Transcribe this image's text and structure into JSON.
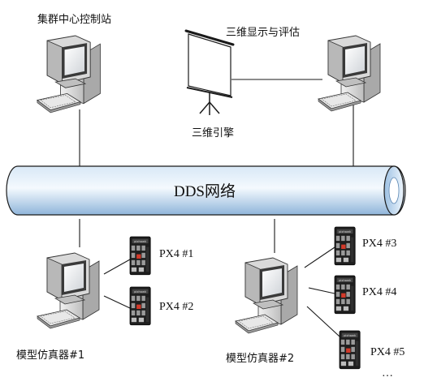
{
  "nodes": {
    "cluster_center": "集群中心控制站",
    "display_eval": "三维显示与评估",
    "engine_3d": "三维引擎",
    "simulator_1": "模型仿真器#1",
    "simulator_2": "模型仿真器#2"
  },
  "bus": {
    "label": "DDS网络"
  },
  "px4": {
    "unit_1": "PX4 #1",
    "unit_2": "PX4 #2",
    "unit_3": "PX4 #3",
    "unit_4": "PX4 #4",
    "unit_5": "PX4 #5",
    "more": "…"
  },
  "colors": {
    "bus_fill_light": "#e6f1fb",
    "bus_fill_dark": "#8fb5da",
    "line": "#1a1a1a",
    "device_body": "#2a2a2a"
  }
}
